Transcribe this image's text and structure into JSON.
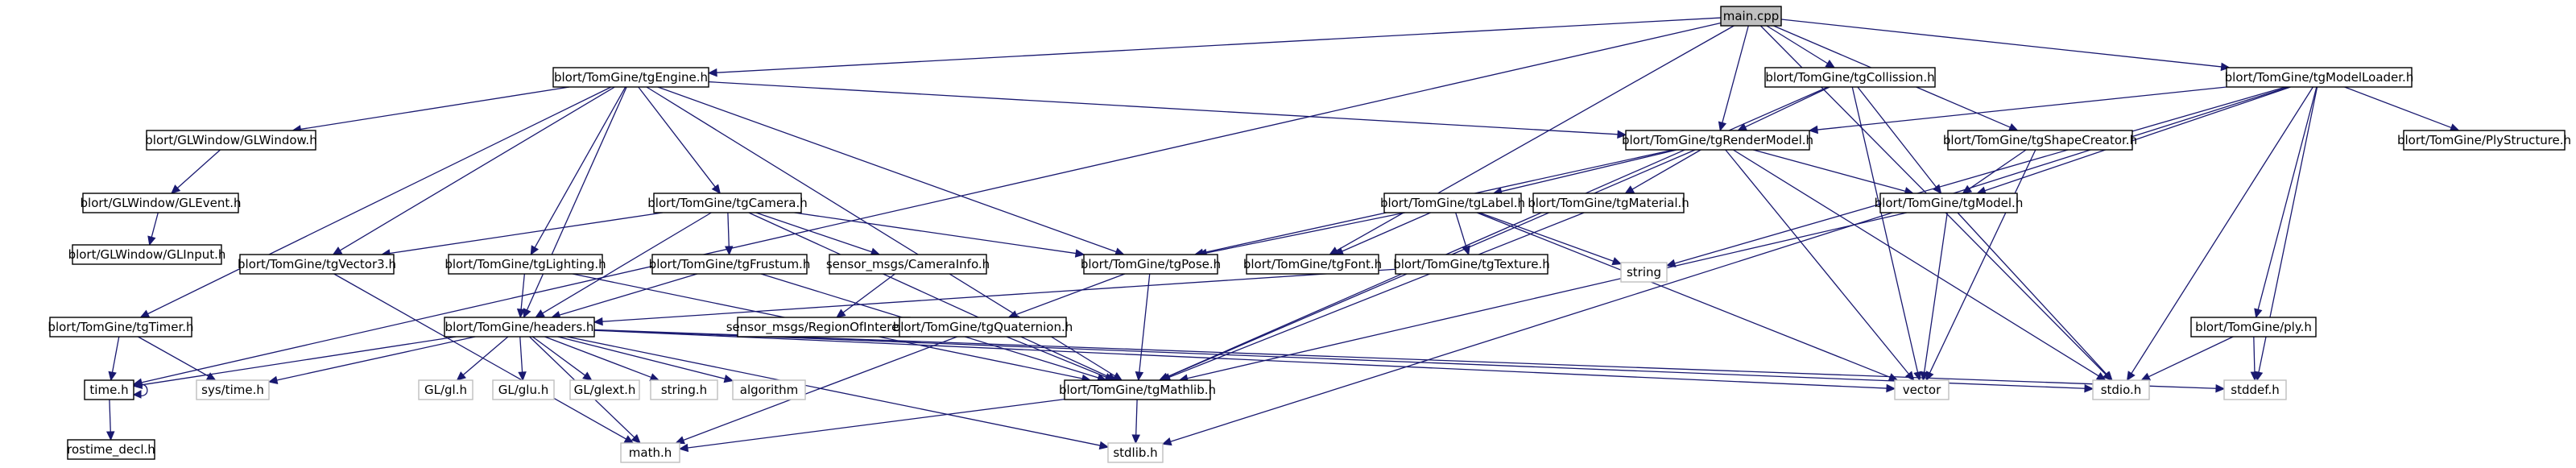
{
  "diagram": {
    "title": "",
    "colors": {
      "edge": "#191970",
      "node_border": "#000000",
      "missing_border": "#bfbfbf",
      "root_fill": "#bfbfbf",
      "node_fill": "#ffffff"
    },
    "nodes": [
      {
        "id": "main",
        "label": "main.cpp",
        "kind": "root"
      },
      {
        "id": "tgEngine",
        "label": "blort/TomGine/tgEngine.h",
        "kind": "header"
      },
      {
        "id": "tgCollission",
        "label": "blort/TomGine/tgCollission.h",
        "kind": "header"
      },
      {
        "id": "tgModelLoader",
        "label": "blort/TomGine/tgModelLoader.h",
        "kind": "header"
      },
      {
        "id": "GLWindow",
        "label": "blort/GLWindow/GLWindow.h",
        "kind": "header"
      },
      {
        "id": "tgRenderModel",
        "label": "blort/TomGine/tgRenderModel.h",
        "kind": "header"
      },
      {
        "id": "tgShapeCreator",
        "label": "blort/TomGine/tgShapeCreator.h",
        "kind": "header"
      },
      {
        "id": "PlyStructure",
        "label": "blort/TomGine/PlyStructure.h",
        "kind": "header"
      },
      {
        "id": "GLEvent",
        "label": "blort/GLWindow/GLEvent.h",
        "kind": "header"
      },
      {
        "id": "tgCamera",
        "label": "blort/TomGine/tgCamera.h",
        "kind": "header"
      },
      {
        "id": "tgLabel",
        "label": "blort/TomGine/tgLabel.h",
        "kind": "header"
      },
      {
        "id": "tgMaterial",
        "label": "blort/TomGine/tgMaterial.h",
        "kind": "header"
      },
      {
        "id": "tgModel",
        "label": "blort/TomGine/tgModel.h",
        "kind": "header"
      },
      {
        "id": "GLInput",
        "label": "blort/GLWindow/GLInput.h",
        "kind": "header"
      },
      {
        "id": "tgVector3",
        "label": "blort/TomGine/tgVector3.h",
        "kind": "header"
      },
      {
        "id": "tgLighting",
        "label": "blort/TomGine/tgLighting.h",
        "kind": "header"
      },
      {
        "id": "tgFrustum",
        "label": "blort/TomGine/tgFrustum.h",
        "kind": "header"
      },
      {
        "id": "CameraInfo",
        "label": "sensor_msgs/CameraInfo.h",
        "kind": "header"
      },
      {
        "id": "tgPose",
        "label": "blort/TomGine/tgPose.h",
        "kind": "header"
      },
      {
        "id": "tgFont",
        "label": "blort/TomGine/tgFont.h",
        "kind": "header"
      },
      {
        "id": "string",
        "label": "string",
        "kind": "system"
      },
      {
        "id": "tgTexture",
        "label": "blort/TomGine/tgTexture.h",
        "kind": "header"
      },
      {
        "id": "tgTimer",
        "label": "blort/TomGine/tgTimer.h",
        "kind": "header"
      },
      {
        "id": "headers",
        "label": "blort/TomGine/headers.h",
        "kind": "header"
      },
      {
        "id": "RegionOfInterest",
        "label": "sensor_msgs/RegionOfInterest.h",
        "kind": "header"
      },
      {
        "id": "tgQuaternion",
        "label": "blort/TomGine/tgQuaternion.h",
        "kind": "header"
      },
      {
        "id": "ply",
        "label": "blort/TomGine/ply.h",
        "kind": "header"
      },
      {
        "id": "time",
        "label": "time.h",
        "kind": "header"
      },
      {
        "id": "systime",
        "label": "sys/time.h",
        "kind": "system"
      },
      {
        "id": "GLgl",
        "label": "GL/gl.h",
        "kind": "system"
      },
      {
        "id": "GLglu",
        "label": "GL/glu.h",
        "kind": "system"
      },
      {
        "id": "GLglext",
        "label": "GL/glext.h",
        "kind": "system"
      },
      {
        "id": "stringh",
        "label": "string.h",
        "kind": "system"
      },
      {
        "id": "algorithm",
        "label": "algorithm",
        "kind": "system"
      },
      {
        "id": "tgMathlib",
        "label": "blort/TomGine/tgMathlib.h",
        "kind": "header"
      },
      {
        "id": "vector",
        "label": "vector",
        "kind": "system"
      },
      {
        "id": "stdio",
        "label": "stdio.h",
        "kind": "system"
      },
      {
        "id": "stddef",
        "label": "stddef.h",
        "kind": "system"
      },
      {
        "id": "rostime",
        "label": "rostime_decl.h",
        "kind": "header"
      },
      {
        "id": "math",
        "label": "math.h",
        "kind": "system"
      },
      {
        "id": "stdlib",
        "label": "stdlib.h",
        "kind": "system"
      }
    ],
    "edges": [
      [
        "main",
        "tgEngine"
      ],
      [
        "main",
        "tgCollission"
      ],
      [
        "main",
        "tgModelLoader"
      ],
      [
        "main",
        "tgRenderModel"
      ],
      [
        "main",
        "tgShapeCreator"
      ],
      [
        "main",
        "tgFont"
      ],
      [
        "main",
        "time"
      ],
      [
        "main",
        "stdio"
      ],
      [
        "tgEngine",
        "GLWindow"
      ],
      [
        "tgEngine",
        "tgRenderModel"
      ],
      [
        "tgEngine",
        "tgCamera"
      ],
      [
        "tgEngine",
        "tgVector3"
      ],
      [
        "tgEngine",
        "tgLighting"
      ],
      [
        "tgEngine",
        "tgPose"
      ],
      [
        "tgEngine",
        "tgTimer"
      ],
      [
        "tgEngine",
        "headers"
      ],
      [
        "tgEngine",
        "tgMathlib"
      ],
      [
        "tgCollission",
        "tgRenderModel"
      ],
      [
        "tgCollission",
        "tgModel"
      ],
      [
        "tgCollission",
        "tgMathlib"
      ],
      [
        "tgCollission",
        "vector"
      ],
      [
        "tgModelLoader",
        "tgRenderModel"
      ],
      [
        "tgModelLoader",
        "tgModel"
      ],
      [
        "tgModelLoader",
        "PlyStructure"
      ],
      [
        "tgModelLoader",
        "ply"
      ],
      [
        "tgModelLoader",
        "string"
      ],
      [
        "tgModelLoader",
        "stdio"
      ],
      [
        "tgModelLoader",
        "stddef"
      ],
      [
        "tgModelLoader",
        "stdlib"
      ],
      [
        "GLWindow",
        "GLEvent"
      ],
      [
        "GLEvent",
        "GLInput"
      ],
      [
        "tgRenderModel",
        "tgLabel"
      ],
      [
        "tgRenderModel",
        "tgMaterial"
      ],
      [
        "tgRenderModel",
        "tgModel"
      ],
      [
        "tgRenderModel",
        "tgPose"
      ],
      [
        "tgRenderModel",
        "tgMathlib"
      ],
      [
        "tgRenderModel",
        "vector"
      ],
      [
        "tgRenderModel",
        "stdio"
      ],
      [
        "tgShapeCreator",
        "tgModel"
      ],
      [
        "tgShapeCreator",
        "vector"
      ],
      [
        "tgCamera",
        "tgVector3"
      ],
      [
        "tgCamera",
        "tgFrustum"
      ],
      [
        "tgCamera",
        "CameraInfo"
      ],
      [
        "tgCamera",
        "tgPose"
      ],
      [
        "tgCamera",
        "headers"
      ],
      [
        "tgCamera",
        "tgMathlib"
      ],
      [
        "tgLabel",
        "tgPose"
      ],
      [
        "tgLabel",
        "tgFont"
      ],
      [
        "tgLabel",
        "string"
      ],
      [
        "tgLabel",
        "tgTexture"
      ],
      [
        "tgLabel",
        "vector"
      ],
      [
        "tgMaterial",
        "tgMathlib"
      ],
      [
        "tgModel",
        "vector"
      ],
      [
        "tgModel",
        "stdio"
      ],
      [
        "tgModel",
        "tgMathlib"
      ],
      [
        "tgVector3",
        "math"
      ],
      [
        "tgLighting",
        "headers"
      ],
      [
        "tgLighting",
        "tgMathlib"
      ],
      [
        "tgFrustum",
        "headers"
      ],
      [
        "tgFrustum",
        "tgMathlib"
      ],
      [
        "CameraInfo",
        "RegionOfInterest"
      ],
      [
        "tgPose",
        "tgQuaternion"
      ],
      [
        "tgPose",
        "tgMathlib"
      ],
      [
        "tgTexture",
        "headers"
      ],
      [
        "tgTimer",
        "time"
      ],
      [
        "tgTimer",
        "systime"
      ],
      [
        "headers",
        "GLgl"
      ],
      [
        "headers",
        "GLglu"
      ],
      [
        "headers",
        "GLglext"
      ],
      [
        "headers",
        "stringh"
      ],
      [
        "headers",
        "algorithm"
      ],
      [
        "headers",
        "vector"
      ],
      [
        "headers",
        "stdio"
      ],
      [
        "headers",
        "stddef"
      ],
      [
        "headers",
        "math"
      ],
      [
        "headers",
        "stdlib"
      ],
      [
        "headers",
        "time"
      ],
      [
        "headers",
        "systime"
      ],
      [
        "tgQuaternion",
        "tgMathlib"
      ],
      [
        "tgQuaternion",
        "math"
      ],
      [
        "ply",
        "stdio"
      ],
      [
        "ply",
        "stddef"
      ],
      [
        "time",
        "time"
      ],
      [
        "time",
        "rostime"
      ],
      [
        "tgMathlib",
        "math"
      ],
      [
        "tgMathlib",
        "stdlib"
      ]
    ]
  }
}
